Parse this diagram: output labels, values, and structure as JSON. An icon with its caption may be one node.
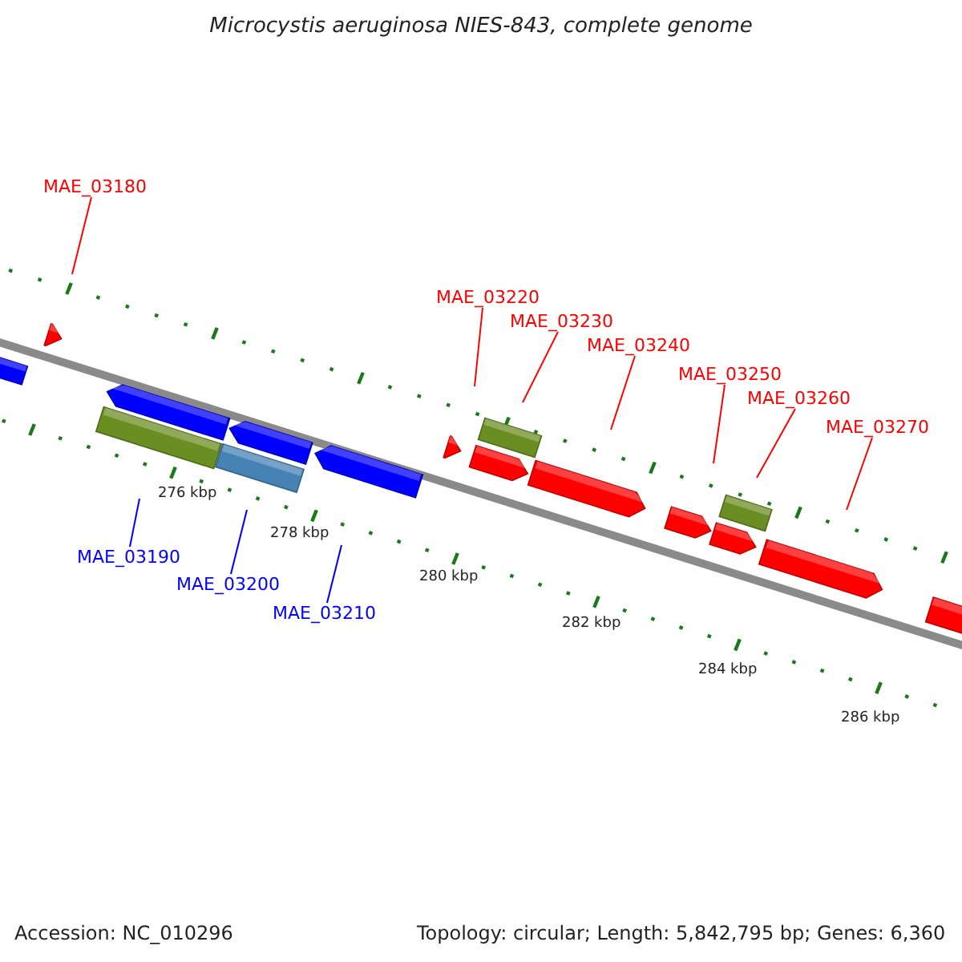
{
  "diagram": {
    "title": "Microcystis aeruginosa NIES-843, complete genome",
    "nodes": [
      {
        "text": [
          "MAE_03180"
        ]
      },
      {
        "text": [
          "MAE_03190"
        ]
      },
      {
        "text": [
          "MAE_03200"
        ]
      },
      {
        "text": [
          "MAE_03210"
        ]
      },
      {
        "text": [
          "MAE_03220"
        ]
      },
      {
        "text": [
          "MAE_03230"
        ]
      },
      {
        "text": [
          "MAE_03240"
        ]
      },
      {
        "text": [
          "MAE_03250"
        ]
      },
      {
        "text": [
          "MAE_03260"
        ]
      },
      {
        "text": [
          "MAE_03270"
        ]
      }
    ],
    "edges": [
      {
        "from": 0,
        "to": null,
        "arrow": "none"
      },
      {
        "from": 1,
        "to": null,
        "arrow": "none",
        "color": "#0000ff"
      },
      {
        "from": 2,
        "to": null,
        "arrow": "none",
        "color": "#0000ff"
      },
      {
        "from": 3,
        "to": null,
        "arrow": "none",
        "color": "#0000ff"
      },
      {
        "from": 4,
        "to": null,
        "arrow": "none"
      },
      {
        "from": 5,
        "to": null,
        "arrow": "none"
      },
      {
        "from": 6,
        "to": null,
        "arrow": "none"
      },
      {
        "from": 7,
        "to": null,
        "arrow": "none"
      },
      {
        "from": 8,
        "to": null,
        "arrow": "none"
      },
      {
        "from": 9,
        "to": null,
        "arrow": "none"
      }
    ],
    "labels": [
      "276 kbp",
      "278 kbp",
      "280 kbp",
      "282 kbp",
      "284 kbp",
      "286 kbp",
      "Accession: NC_010296",
      "Topology: circular; Length: 5,842,795 bp; Genes: 6,360"
    ]
  }
}
